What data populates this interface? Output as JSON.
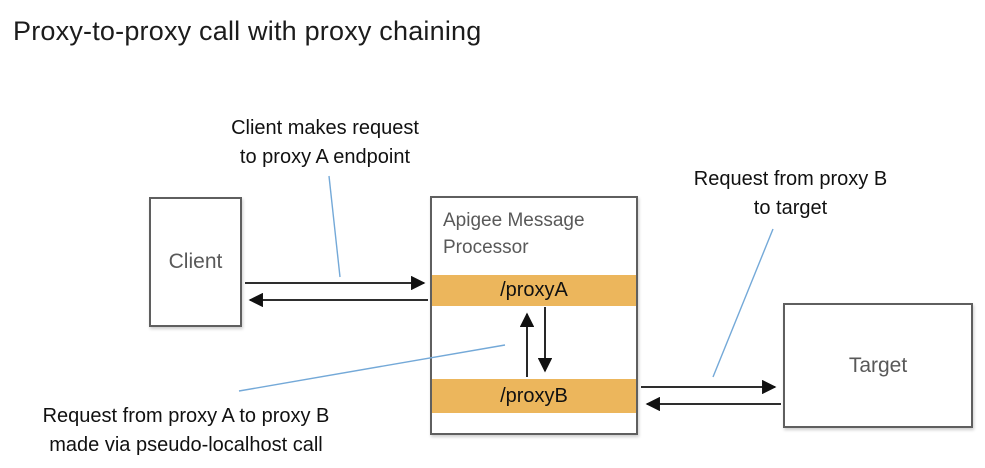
{
  "title": "Proxy-to-proxy call with proxy chaining",
  "colors": {
    "accent_orange": "#ecb65c",
    "callout_blue": "#74a9d8",
    "box_border": "#5f5f5f",
    "label_gray": "#595959",
    "arrow_black": "#111111"
  },
  "nodes": {
    "client": {
      "label": "Client"
    },
    "message_processor": {
      "title": "Apigee Message Processor",
      "proxy_a_label": "/proxyA",
      "proxy_b_label": "/proxyB"
    },
    "target": {
      "label": "Target"
    }
  },
  "annotations": {
    "client_request": "Client makes request\nto proxy A endpoint",
    "proxy_b_to_target": "Request from proxy B\nto target",
    "proxy_a_to_proxy_b": "Request from proxy A to proxy B\nmade via pseudo-localhost call"
  }
}
